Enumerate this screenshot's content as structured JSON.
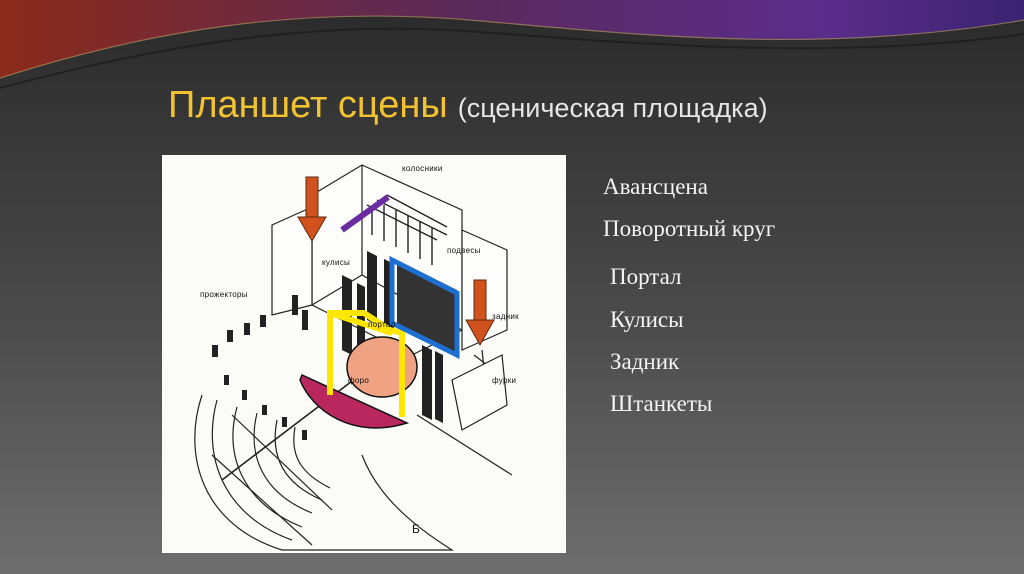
{
  "slide": {
    "title": "Планшет сцены",
    "subtitle": "(сценическая площадка)"
  },
  "terms": [
    "Авансцена",
    "Поворотный круг",
    "Портал",
    "Кулисы",
    "Задник",
    "Штанкеты"
  ],
  "diagram_labels": {
    "kolosniki": "колосники",
    "kulisy": "кулисы",
    "podvesy": "подвесы",
    "prozhektory": "прожекторы",
    "portal": "портал",
    "zadnik": "задник",
    "forestage": "форо",
    "furki": "фурки",
    "letter": "Б"
  },
  "colors": {
    "title": "#f2c230",
    "subtitle": "#e6e6e6",
    "term_text": "#f4f4f4",
    "arrow_orange": "#d2521e",
    "portal_yellow": "#ffe600",
    "backdrop_blue": "#1d6fd1",
    "batten_purple": "#6a2ca0",
    "turntable_salmon": "#f0a382",
    "forestage_crimson": "#b8285e"
  }
}
